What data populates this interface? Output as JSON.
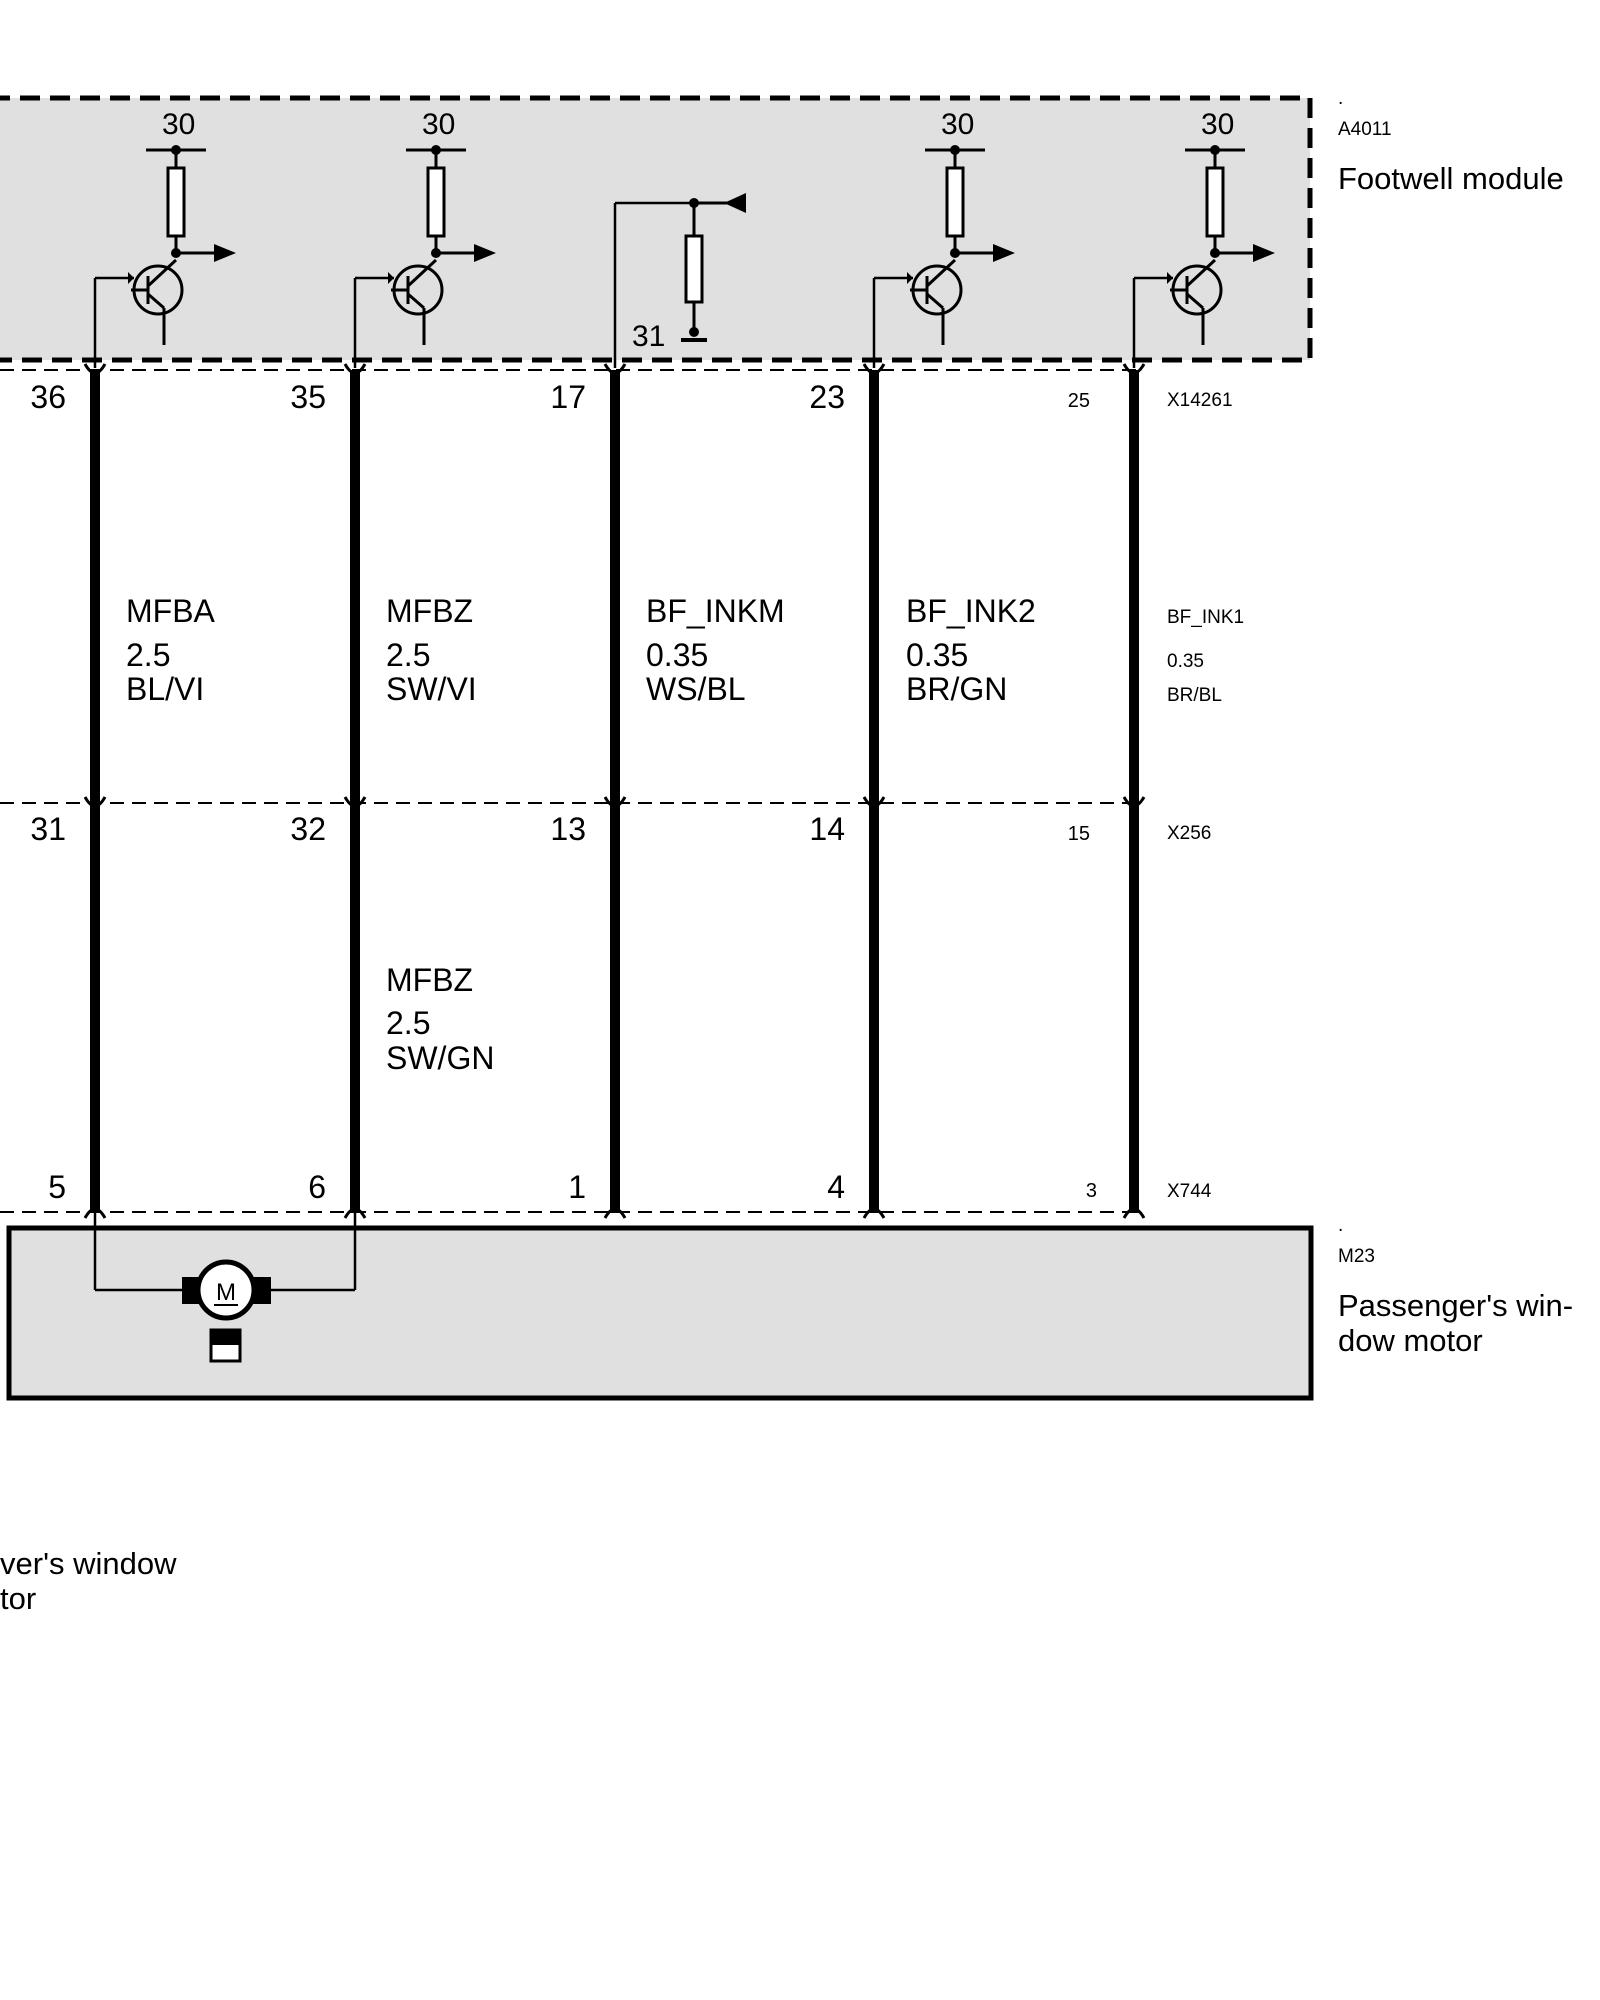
{
  "module": {
    "id_dot": ".",
    "id": "A4011",
    "name": "Footwell module"
  },
  "motor": {
    "id_dot": ".",
    "id": "M23",
    "name_line1": "Passenger's win-",
    "name_line2": "dow motor",
    "symbol_letter": "M"
  },
  "offscreen_label": {
    "line1": "ver's window",
    "line2": "tor"
  },
  "supply_label": "30",
  "ground_label": "31",
  "connectors": {
    "top": "X14261",
    "middle": "X256",
    "bottom": "X744"
  },
  "wires": [
    {
      "pin_top": "36",
      "pin_mid": "31",
      "pin_bot": "5",
      "upper": {
        "name": "MFBA",
        "size": "2.5",
        "color": "BL/VI"
      },
      "lower": {
        "name": "",
        "size": "",
        "color": ""
      }
    },
    {
      "pin_top": "35",
      "pin_mid": "32",
      "pin_bot": "6",
      "upper": {
        "name": "MFBZ",
        "size": "2.5",
        "color": "SW/VI"
      },
      "lower": {
        "name": "MFBZ",
        "size": "2.5",
        "color": "SW/GN"
      }
    },
    {
      "pin_top": "17",
      "pin_mid": "13",
      "pin_bot": "1",
      "upper": {
        "name": "BF_INKM",
        "size": "0.35",
        "color": "WS/BL"
      },
      "lower": {
        "name": "",
        "size": "",
        "color": ""
      }
    },
    {
      "pin_top": "23",
      "pin_mid": "14",
      "pin_bot": "4",
      "upper": {
        "name": "BF_INK2",
        "size": "0.35",
        "color": "BR/GN"
      },
      "lower": {
        "name": "",
        "size": "",
        "color": ""
      }
    },
    {
      "pin_top": "25",
      "pin_mid": "15",
      "pin_bot": "3",
      "upper": {
        "name": "BF_INK1",
        "size": "0.35",
        "color": "BR/BL"
      },
      "lower": {
        "name": "",
        "size": "",
        "color": ""
      }
    }
  ],
  "colors": {
    "box_fill": "#e0e0e0",
    "line": "#000000"
  }
}
